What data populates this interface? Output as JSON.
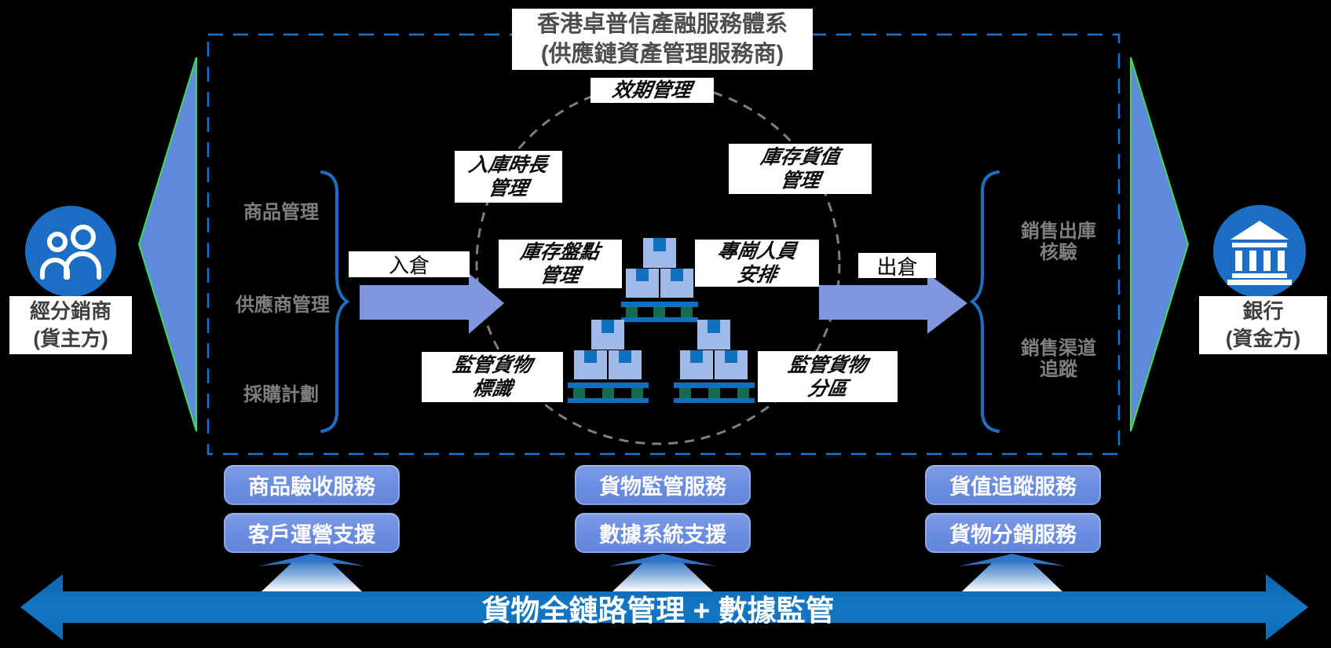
{
  "title": {
    "line1": "香港卓普信產融服務體系",
    "line2": "(供應鏈資產管理服務商)"
  },
  "entities": {
    "left": {
      "line1": "經分銷商",
      "line2": "(貨主方)",
      "icon": "people-icon"
    },
    "right": {
      "line1": "銀行",
      "line2": "(資金方)",
      "icon": "bank-icon"
    }
  },
  "left_group": {
    "items": [
      "商品管理",
      "供應商管理",
      "採購計劃"
    ]
  },
  "right_group": {
    "items": [
      {
        "line1": "銷售出庫",
        "line2": "核驗"
      },
      {
        "line1": "銷售渠道",
        "line2": "追蹤"
      }
    ]
  },
  "flow": {
    "inbound": "入倉",
    "outbound": "出倉"
  },
  "circle_labels": {
    "top": "效期管理",
    "upper_left": {
      "line1": "入庫時長",
      "line2": "管理"
    },
    "upper_right": {
      "line1": "庫存貨值",
      "line2": "管理"
    },
    "mid_left": {
      "line1": "庫存盤點",
      "line2": "管理"
    },
    "mid_right": {
      "line1": "專崗人員",
      "line2": "安排"
    },
    "lower_left": {
      "line1": "監管貨物",
      "line2": "標識"
    },
    "lower_right": {
      "line1": "監管貨物",
      "line2": "分區"
    }
  },
  "services": {
    "left": [
      "商品驗收服務",
      "客戶運營支援"
    ],
    "middle": [
      "貨物監管服務",
      "數據系統支援"
    ],
    "right": [
      "貨值追蹤服務",
      "貨物分銷服務"
    ]
  },
  "bottom_bar": {
    "label": "貨物全鏈路管理 + 數據監管"
  },
  "colors": {
    "background": "#000000",
    "accent_blue_circle": "#1b6ec3",
    "dashed_border": "#1b75cf",
    "dashed_circle": "#7f7f7f",
    "flow_arrow": "#7e97de",
    "funnel_triangle_fill": "#6089dc",
    "funnel_triangle_outline": "#3edb50",
    "service_box": "#6e8ede",
    "bottom_bar": "#1070bd",
    "pallet_box": "#9fb9e9",
    "pallet_rail": "#1070c0",
    "pallet_block": "#156b4e",
    "gray_label": "#7f7f7f"
  }
}
